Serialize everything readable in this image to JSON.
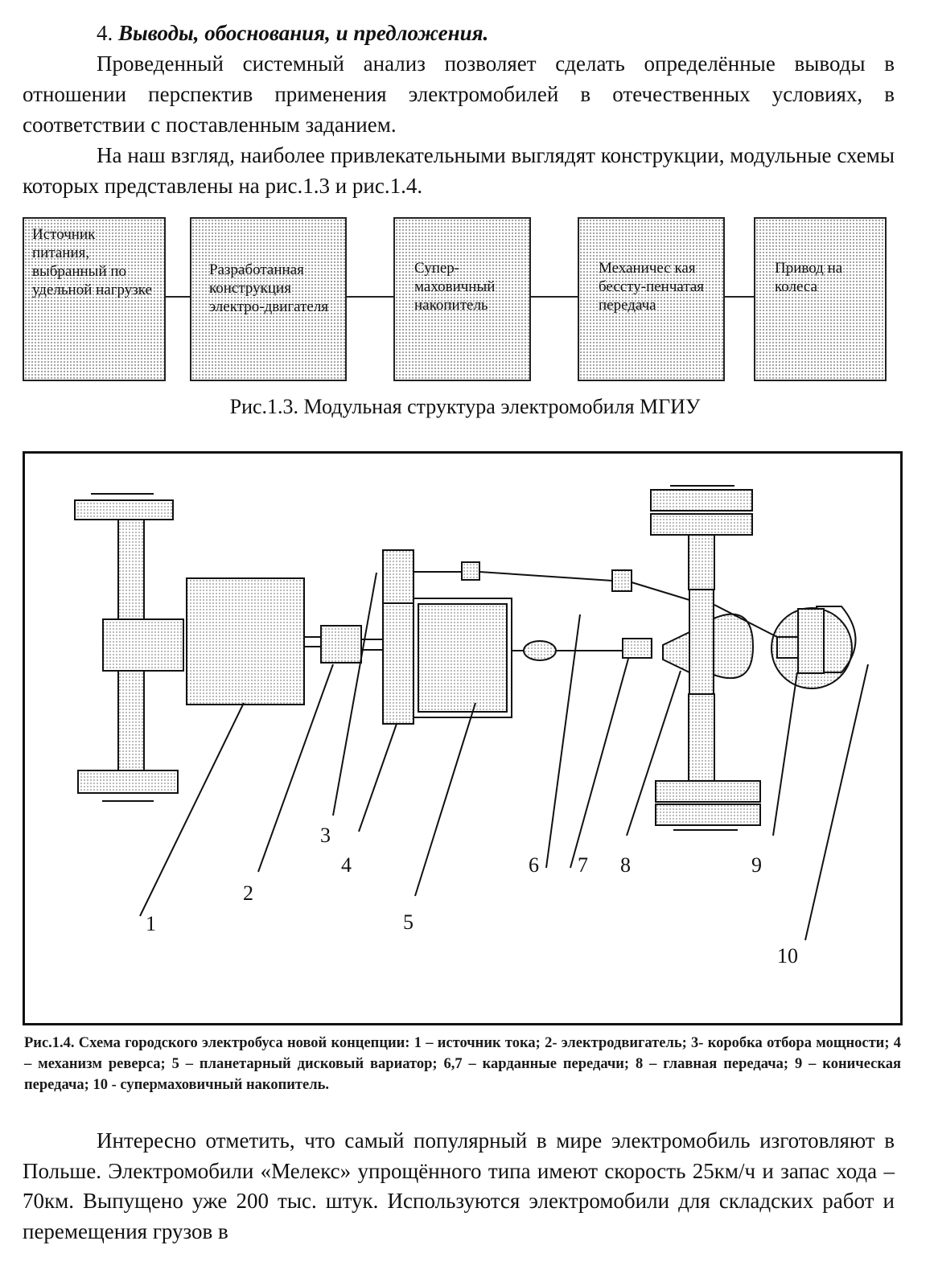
{
  "heading": {
    "number": "4.",
    "title": "Выводы, обоснования, и предложения."
  },
  "paragraphs": [
    "Проведенный системный анализ позволяет сделать определённые выводы в отношении перспектив применения электромобилей в отечественных условиях, в соответствии с поставленным заданием.",
    "На наш взгляд, наиболее привлекательными выглядят конструкции, модульные схемы которых представлены на рис.1.3 и рис.1.4."
  ],
  "figure_1_3": {
    "blocks": [
      "Источник питания, выбранный по удельной нагрузке",
      "Разработанная конструкция электро-двигателя",
      "Супер-маховичный накопитель",
      "Механичес кая бессту-пенчатая передача",
      "Привод на колеса"
    ],
    "caption": "Рис.1.3.  Модульная структура электромобиля МГИУ"
  },
  "figure_1_4": {
    "labels": [
      "1",
      "2",
      "3",
      "4",
      "5",
      "6",
      "7",
      "8",
      "9",
      "10"
    ],
    "caption": "Рис.1.4. Схема городского электробуса новой концепции: 1 – источник тока; 2- электродвигатель; 3- коробка отбора мощности; 4 – механизм реверса; 5 – планетарный дисковый вариатор; 6,7 – карданные передачи; 8 – главная передача; 9 – коническая передача; 10 - супермаховичный накопитель."
  },
  "closing_paragraph": "Интересно отметить, что самый популярный в мире электромобиль изготовляют в Польше. Электромобили «Мелекс» упрощённого типа имеют скорость 25км/ч и запас хода – 70км. Выпущено уже 200 тыс. штук. Используются электромобили для складских работ и перемещения грузов в"
}
